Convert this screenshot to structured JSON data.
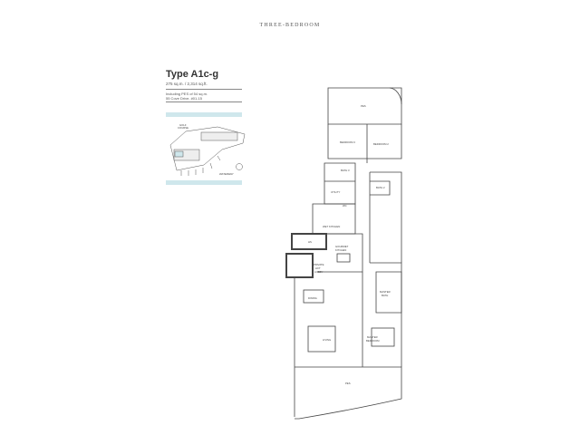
{
  "header": "THREE-BEDROOM",
  "unit": {
    "type": "Type A1c-g",
    "area": "275 sq.m. / 2,314 sq.ft.",
    "note1": "Including PES of 54 sq.m.",
    "note2": "55 Cove Drive, #01-15"
  },
  "keyplan": {
    "label1": "GOLF",
    "label2": "COURSE",
    "label3": "WATERWAY"
  },
  "rooms": {
    "pes_top": "PES",
    "bedroom3": "BEDROOM 3",
    "bedroom2": "BEDROOM 2",
    "bath3": "BATH 3",
    "bath2": "BATH 2",
    "utility": "UTILITY",
    "wc": "WC",
    "wet_kitchen": "WET KITCHEN",
    "hs": "HS",
    "gourmet1": "GOURMET",
    "gourmet2": "KITCHEN",
    "lift1": "PRIVATE",
    "lift2": "LIFT",
    "lift3": "LOBBY",
    "dining": "DINING",
    "living": "LIVING",
    "master_bath1": "MASTER",
    "master_bath2": "BATH",
    "master_bed1": "MASTER",
    "master_bed2": "BEDROOM",
    "pes_bottom": "PES"
  }
}
